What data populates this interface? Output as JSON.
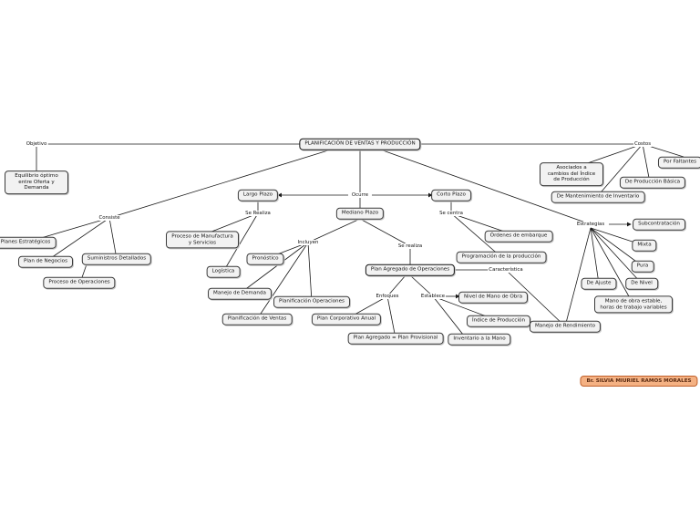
{
  "colors": {
    "node_fill": "#f2f2f2",
    "node_border": "#3a3a3a",
    "line": "#1a1a1a",
    "author_fill": "#f4b183",
    "author_border": "#c0602a"
  },
  "nodes": {
    "root": "PLANIFICACIÓN DE VENTAS Y PRODUCCIÓN",
    "equilibrio": "Equilibrio óptimo entre Oferta y Demanda",
    "largo_plazo": "Largo Plazo",
    "mediano_plazo": "Mediano Plazo",
    "corto_plazo": "Corto Plazo",
    "planes_estrategicos": "Planes Estratégicos",
    "plan_negocios": "Plan de Negocios",
    "suministros": "Suministros Detallados",
    "proceso_operaciones": "Proceso de Operaciones",
    "proceso_manufactura": "Proceso de Manufactura y Servicios",
    "logistica": "Logística",
    "pronostico": "Pronóstico",
    "manejo_demanda": "Manejo de Demanda",
    "planificacion_operaciones": "Planificación Operaciones",
    "planificacion_ventas": "Planificación de Ventas",
    "plan_agregado": "Plan Agregado de Operaciones",
    "plan_corporativo": "Plan Corporativo Anual",
    "plan_agregado_provisional": "Plan Agregado = Plan Provisional",
    "inventario_mano": "Inventario a la Mano",
    "nivel_mano_obra": "Nivel de Mano de Obra",
    "indice_produccion": "Índice de Producción",
    "ordenes_embarque": "Órdenes de embarque",
    "programacion_produccion": "Programación de la producción",
    "manejo_rendimiento": "Manejo de Rendimiento",
    "asociados_cambios": "Asociados a cambios del Índice de Producción",
    "de_produccion_basica": "De Producción Básica",
    "de_mantenimiento": "De Mantenimiento de Inventario",
    "por_faltantes": "Por Faltantes",
    "subcontratacion": "Subcontratación",
    "mixta": "Mixta",
    "pura": "Pura",
    "de_nivel": "De Nivel",
    "de_ajuste": "De Ajuste",
    "mano_obra_estable": "Mano de obra estable, horas de trabajo variables",
    "author": "Br. SILVIA MIURIEL RAMOS MORALES"
  },
  "labels": {
    "objetivo": "Objetivo",
    "costos": "Costos",
    "ocurre": "Ocurre",
    "consiste": "Consiste",
    "se_realiza_1": "Se Realiza",
    "incluyen": "Incluyen",
    "se_realiza_2": "Se realiza",
    "se_centra": "Se centra",
    "estrategias": "Estrategias",
    "enfoques": "Enfoques",
    "establece": "Establece",
    "caracteristica": "Característica"
  }
}
